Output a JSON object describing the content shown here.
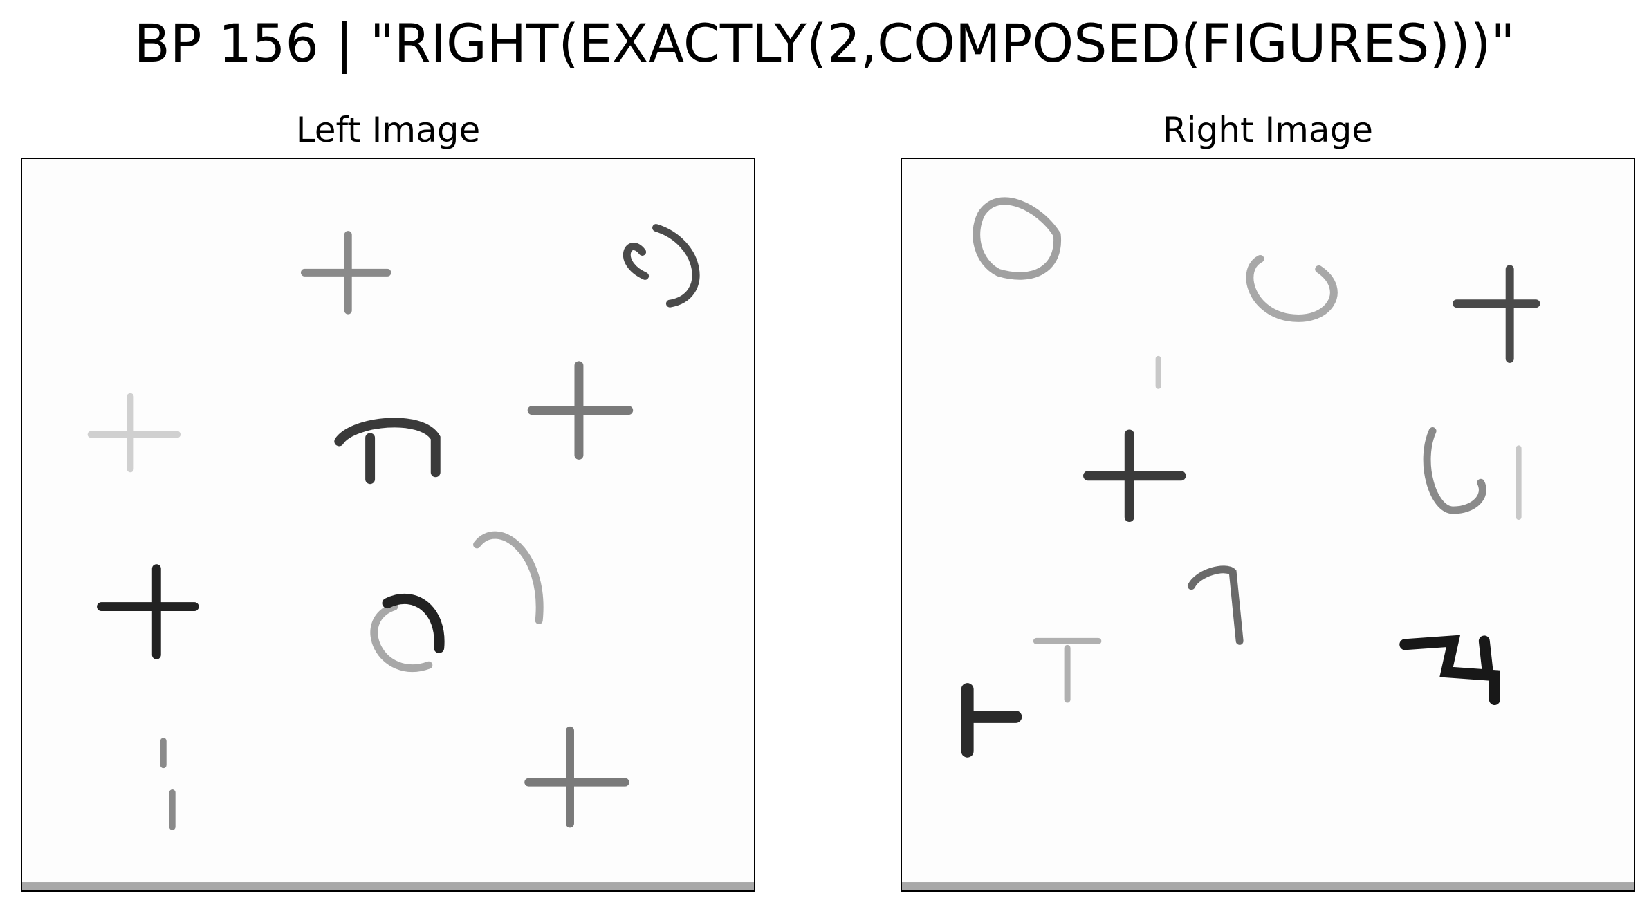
{
  "title": "BP 156 | \"RIGHT(EXACTLY(2,COMPOSED(FIGURES)))\"",
  "panels": {
    "left": {
      "title": "Left Image",
      "figures": [
        "cross",
        "hook-arc",
        "cross",
        "hook-arc",
        "cross",
        "cross",
        "arc",
        "ring-arc",
        "tick",
        "cross"
      ]
    },
    "right": {
      "title": "Right Image",
      "figures": [
        "circle",
        "arc",
        "cross",
        "tick",
        "cross",
        "cup-arc",
        "hook-arc",
        "small-cross",
        "small-cross",
        "glyph"
      ]
    }
  }
}
